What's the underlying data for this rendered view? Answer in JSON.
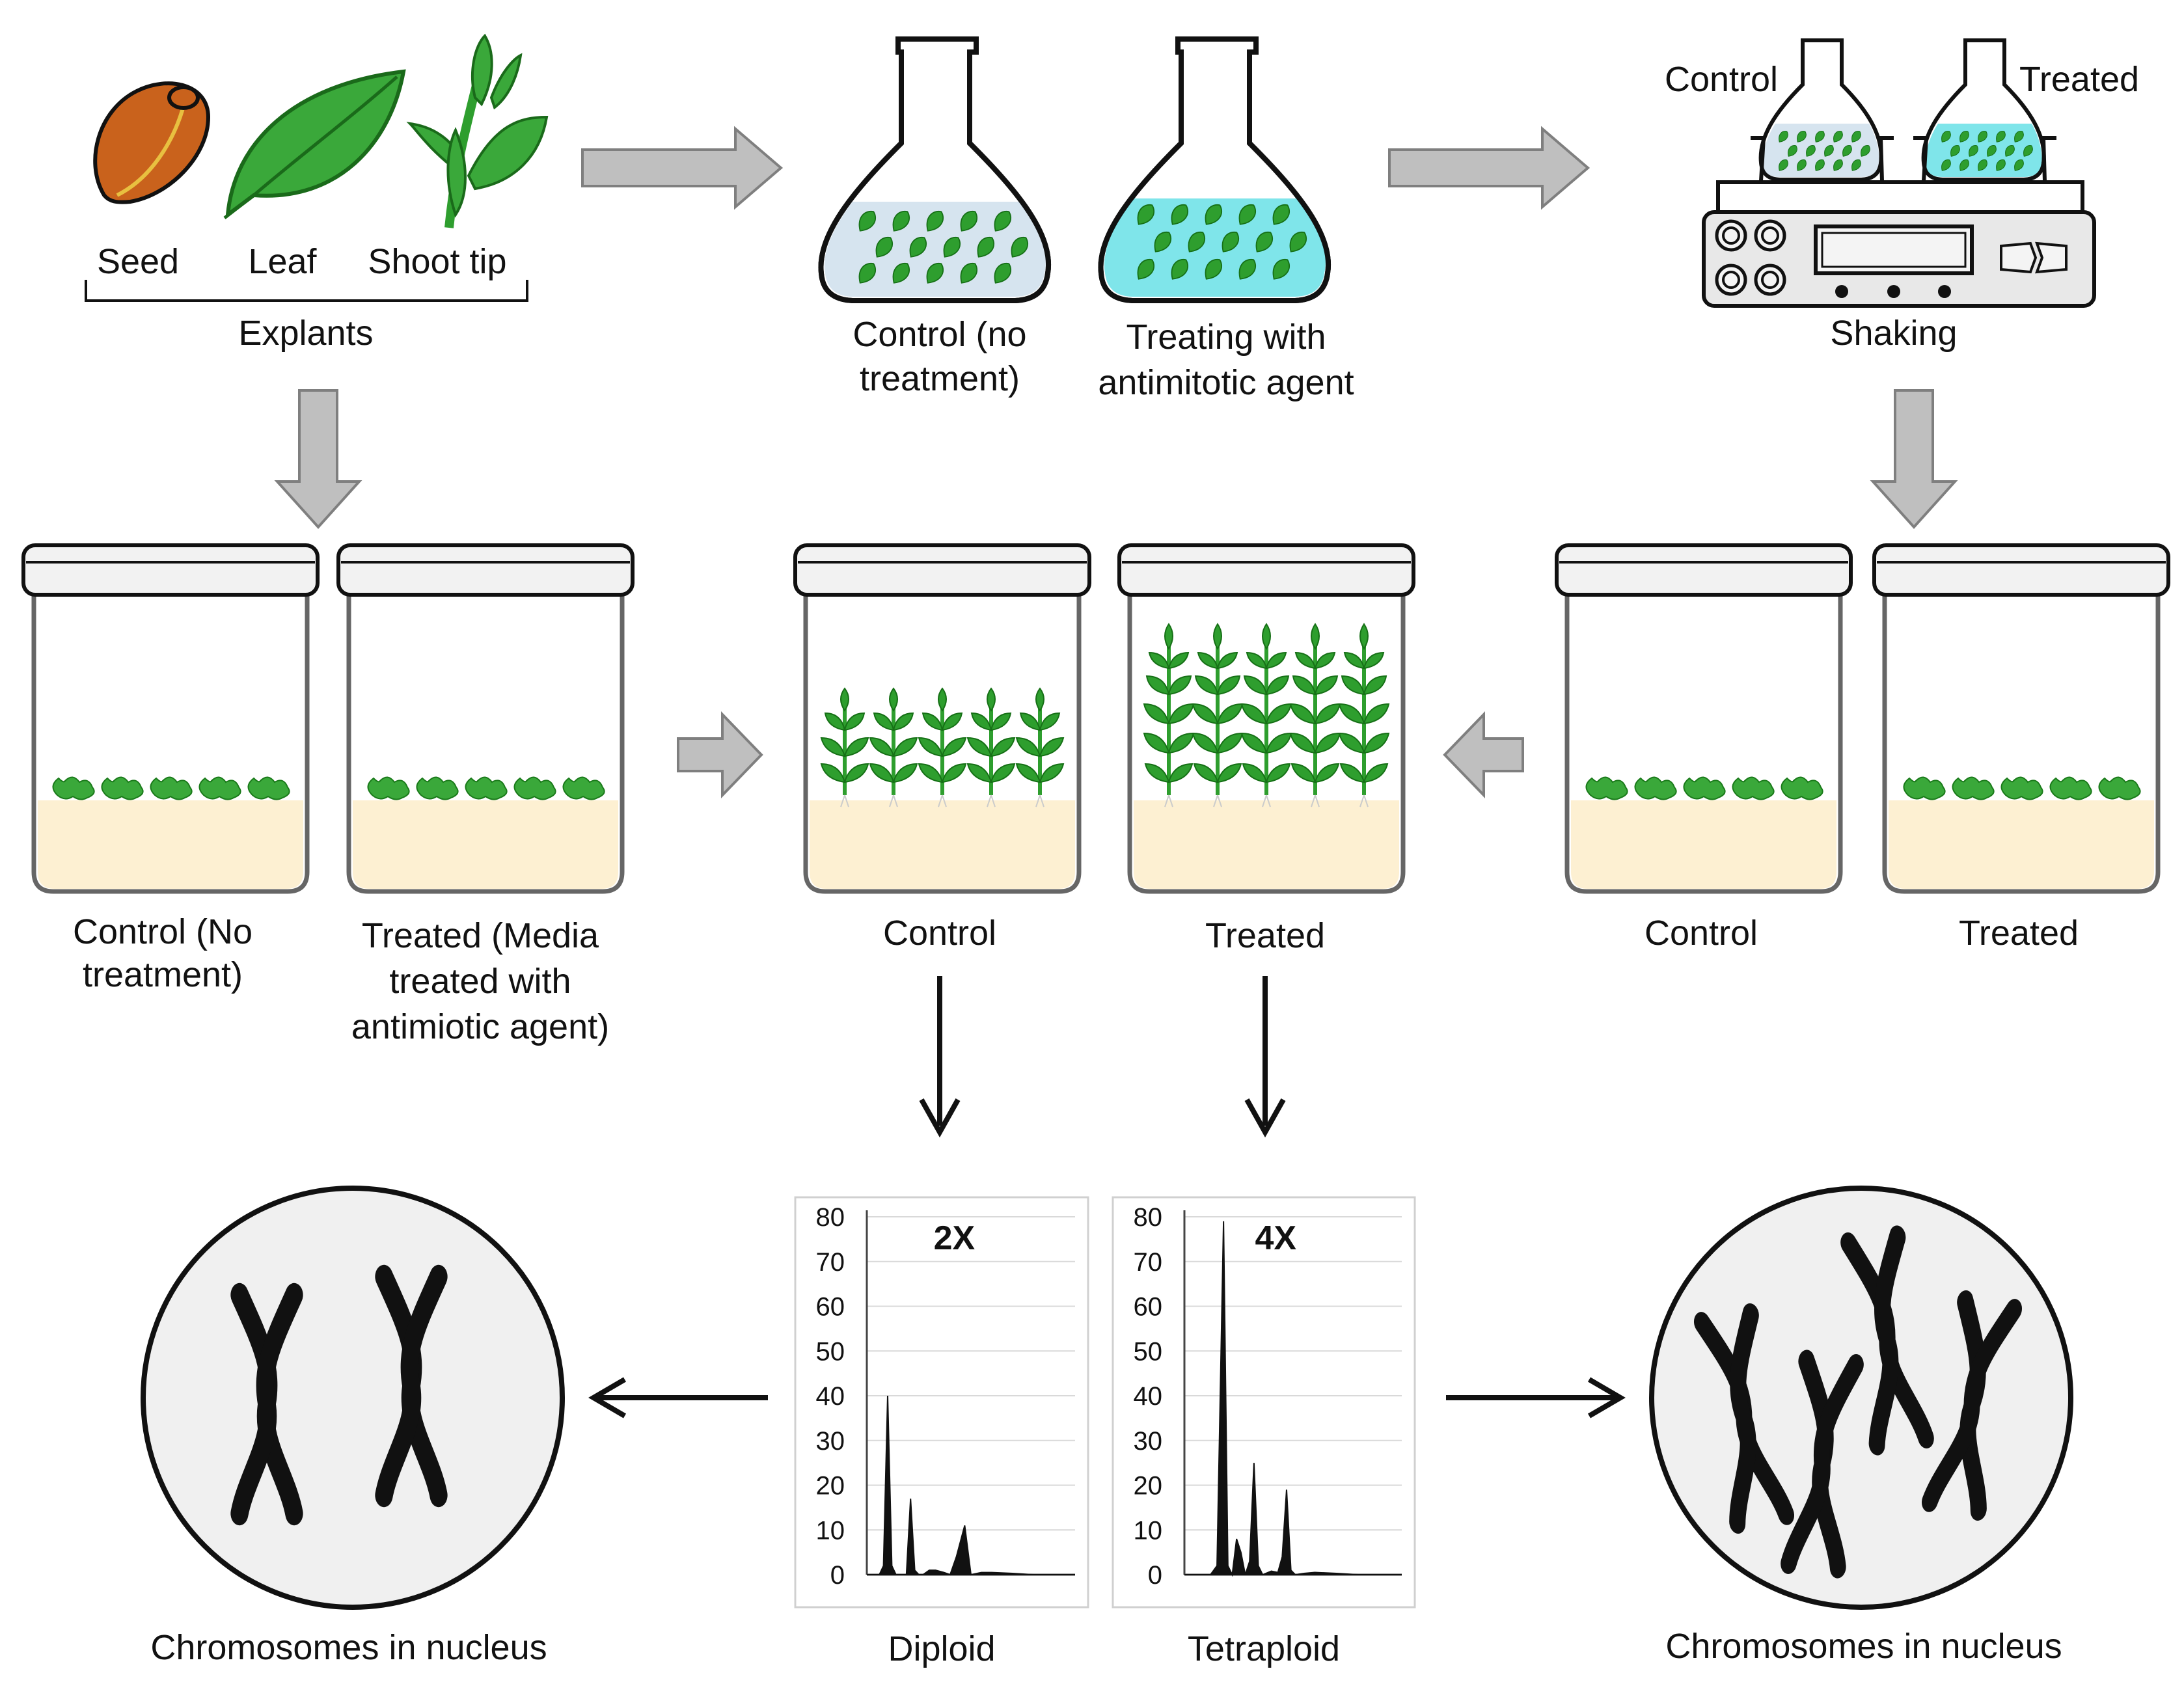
{
  "colors": {
    "arrow_gray": "#bfbfbf",
    "arrow_outline": "#7f7f7f",
    "leaf_green": "#3aa83a",
    "leaf_dark": "#1a7a1a",
    "medium": "#fdf0d2",
    "control_liquid": "#d6e4ef",
    "treated_liquid": "#7fe5ea",
    "nucleus_fill": "#f0f0f0",
    "seed_fill": "#c9621c"
  },
  "explants": {
    "items": [
      "Seed",
      "Leaf",
      "Shoot tip"
    ],
    "group_label": "Explants"
  },
  "flasks": {
    "control_label_line1": "Control (no",
    "control_label_line2": "treatment)",
    "treated_label_line1": "Treating with",
    "treated_label_line2": "antimitotic agent"
  },
  "shaker": {
    "control_label": "Control",
    "treated_label": "Treated",
    "caption": "Shaking"
  },
  "jars": {
    "left_control": [
      "Control (No",
      "treatment)"
    ],
    "left_treated": [
      "Treated (Media",
      "treated with",
      "antimiotic agent)"
    ],
    "center_control": "Control",
    "center_treated": "Treated",
    "right_control": "Control",
    "right_treated": "Treated"
  },
  "chart_data": [
    {
      "type": "area",
      "title": "2X",
      "xlabel": "Diploid",
      "ylim": [
        0,
        80
      ],
      "yticks": [
        0,
        10,
        20,
        30,
        40,
        50,
        60,
        70,
        80
      ],
      "series": [
        {
          "x": [
            0,
            0.06,
            0.08,
            0.1,
            0.12,
            0.14,
            0.19,
            0.21,
            0.23,
            0.25,
            0.27,
            0.3,
            0.33,
            0.37,
            0.4,
            0.43,
            0.47,
            0.5,
            0.55,
            0.6,
            0.7,
            0.8,
            1.0
          ],
          "values": [
            0,
            0,
            2,
            40,
            2,
            0,
            0,
            17,
            1,
            0,
            0,
            1,
            1,
            0.5,
            0,
            4,
            11,
            0,
            0.5,
            0.5,
            0.3,
            0,
            0
          ]
        }
      ]
    },
    {
      "type": "area",
      "title": "4X",
      "xlabel": "Tetraploid",
      "ylim": [
        0,
        80
      ],
      "yticks": [
        0,
        10,
        20,
        30,
        40,
        50,
        60,
        70,
        80
      ],
      "series": [
        {
          "x": [
            0,
            0.12,
            0.15,
            0.18,
            0.2,
            0.22,
            0.24,
            0.26,
            0.28,
            0.3,
            0.32,
            0.34,
            0.36,
            0.4,
            0.43,
            0.45,
            0.47,
            0.49,
            0.51,
            0.55,
            0.6,
            0.7,
            0.8,
            1.0
          ],
          "values": [
            0,
            0,
            2,
            79,
            2,
            0,
            8,
            5,
            0,
            3,
            25,
            2,
            0,
            0.8,
            0.5,
            4,
            19,
            1,
            0,
            0.3,
            0.5,
            0.3,
            0,
            0
          ]
        }
      ]
    }
  ],
  "nucleus": {
    "left_caption": "Chromosomes in nucleus",
    "right_caption": "Chromosomes in nucleus"
  }
}
